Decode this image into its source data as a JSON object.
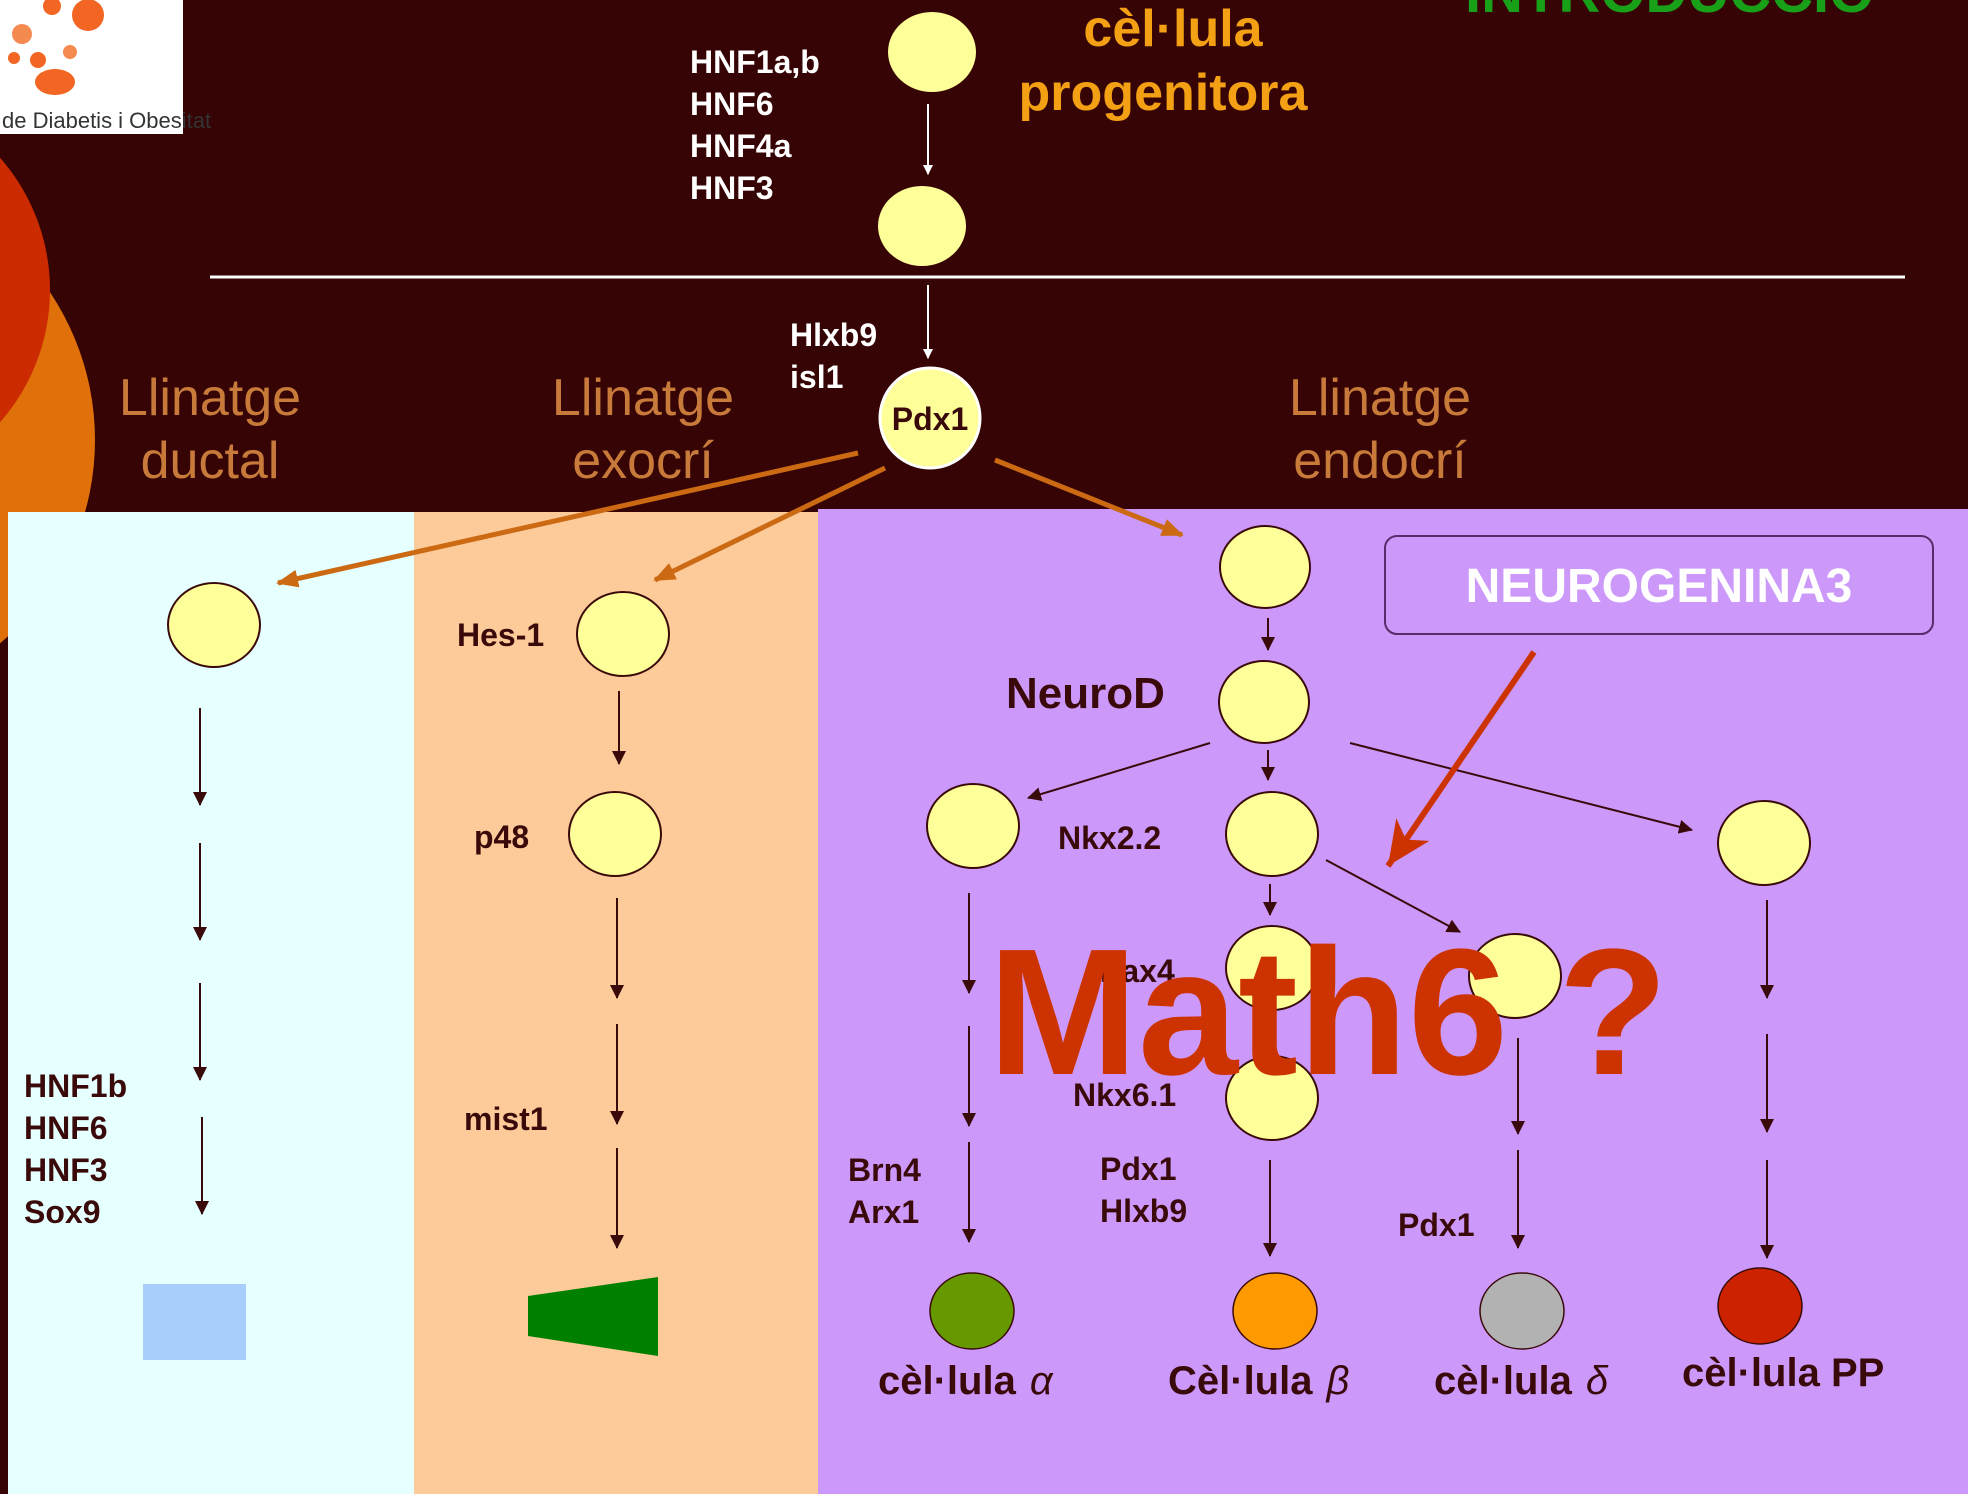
{
  "slide": {
    "logo_text": "de Diabetis i Obesitat",
    "section_title": "INTRODUCCIÓ",
    "progenitor_title": [
      "cèl·lula",
      "progenitora"
    ],
    "top_factors": [
      "HNF1a,b",
      "HNF6",
      "HNF4a",
      "HNF3"
    ],
    "pdx_upstream": [
      "Hlxb9",
      "isl1"
    ],
    "pdx_label": "Pdx1",
    "lineages": {
      "ductal": [
        "Llinatge",
        "ductal"
      ],
      "exocrine": [
        "Llinatge",
        "exocrí"
      ],
      "endocrine": [
        "Llinatge",
        "endocrí"
      ]
    },
    "ductal_factors": [
      "HNF1b",
      "HNF6",
      "HNF3",
      "Sox9"
    ],
    "exocrine_labels": {
      "hes": "Hes-1",
      "p48": "p48",
      "mist": "mist1"
    },
    "endocrine_labels": {
      "neurod": "NeuroD",
      "nkx22": "Nkx2.2",
      "pax4": "Pax4",
      "nkx61": "Nkx6.1",
      "alpha_factors": [
        "Brn4",
        "Arx1"
      ],
      "beta_factors": [
        "Pdx1",
        "Hlxb9"
      ],
      "delta_factor": "Pdx1"
    },
    "neurogenin_box": "NEUROGENINA3",
    "overlay_text": "Math6 ?",
    "cell_types": {
      "alpha": {
        "label": "cèl·lula",
        "symbol": "α"
      },
      "beta": {
        "label": "Cèl·lula",
        "symbol": "β"
      },
      "delta": {
        "label": "cèl·lula",
        "symbol": "δ"
      },
      "pp": {
        "label": "cèl·lula PP"
      }
    }
  },
  "colors": {
    "background": "#360404",
    "node_fill": "#ffff99",
    "ductal_panel": "#e6ffff",
    "exocrine_panel": "#fdca9a",
    "endocrine_panel": "#cc99fb",
    "lineage_arrow": "#cc6a14",
    "overlay_red": "#cc3300",
    "alpha_cell": "#669900",
    "beta_cell": "#ff9900",
    "delta_cell": "#b2b2b2",
    "pp_cell": "#cc2200",
    "ductal_cell": "#a6cffb",
    "acinar_cell": "#008000"
  }
}
